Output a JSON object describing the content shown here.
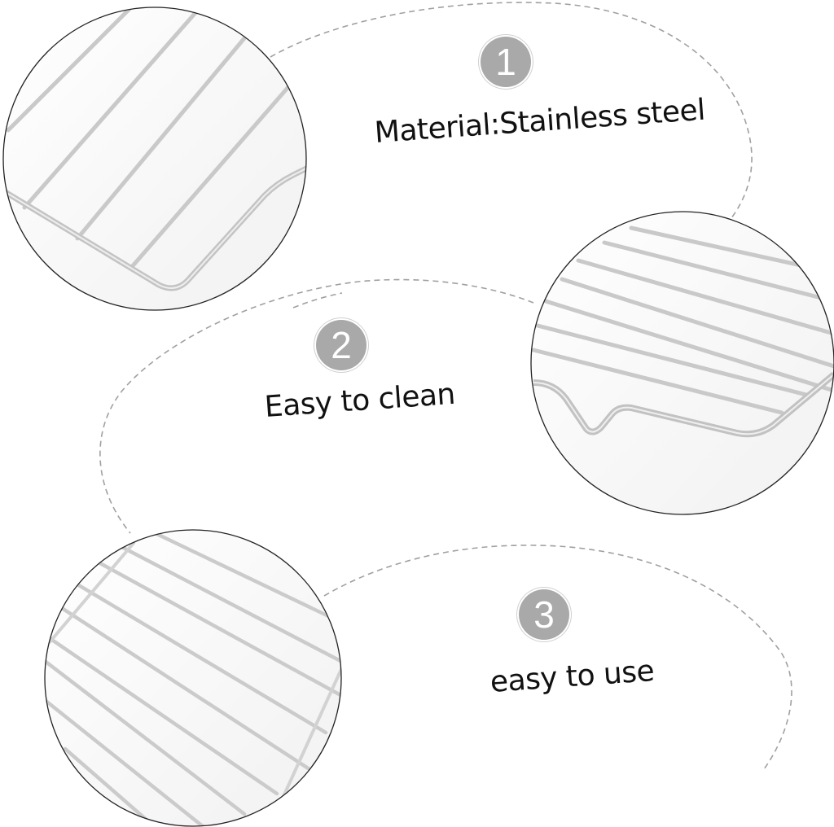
{
  "features": [
    {
      "number": "1",
      "label": "Material:Stainless steel",
      "icon": "number-badge-1"
    },
    {
      "number": "2",
      "label": "Easy to clean",
      "icon": "number-badge-2"
    },
    {
      "number": "3",
      "label": "easy to use",
      "icon": "number-badge-3"
    }
  ],
  "images": [
    {
      "subject": "stainless steel wire rack corner close-up"
    },
    {
      "subject": "stainless steel wire rack with bent leg close-up"
    },
    {
      "subject": "stainless steel wire rack parallel wires close-up"
    }
  ],
  "colors": {
    "badge": "#a9a9a9",
    "badge_text": "#ffffff",
    "label_text": "#111111",
    "dashed_outline": "#9e9e9e",
    "circle_border": "#222222",
    "background": "#ffffff"
  }
}
